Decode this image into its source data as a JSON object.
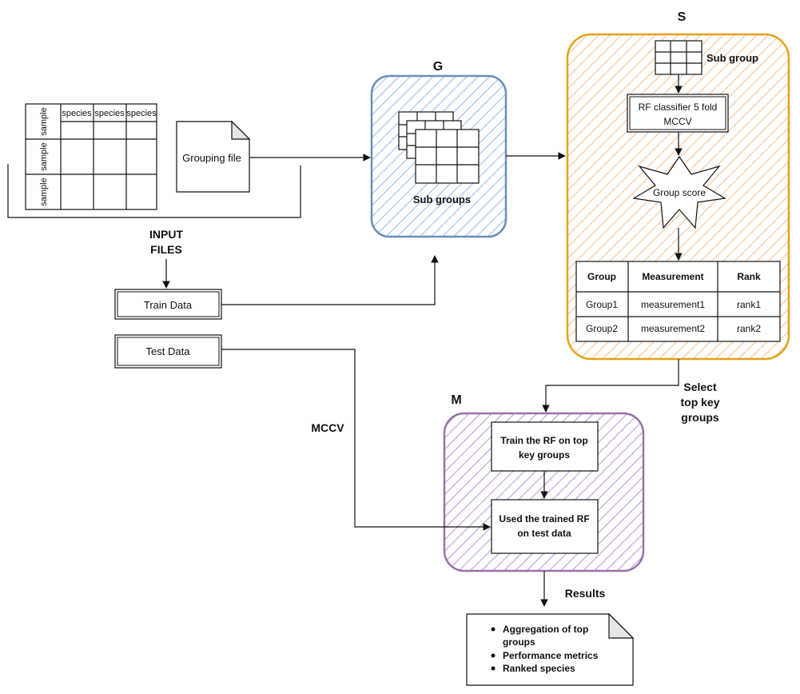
{
  "input": {
    "header": [
      "species",
      "species",
      "species"
    ],
    "row_labels": [
      "sample",
      "sample",
      "sample"
    ],
    "grouping_file": "Grouping file",
    "title_line1": "INPUT",
    "title_line2": "FILES",
    "train": "Train Data",
    "test": "Test Data"
  },
  "g": {
    "letter": "G",
    "label": "Sub groups",
    "color": "#6c8ebf"
  },
  "s": {
    "letter": "S",
    "subgroup_label": "Sub group",
    "rf_line1": "RF classifier 5 fold",
    "rf_line2": "MCCV",
    "score": "Group score",
    "table_header": [
      "Group",
      "Measurement",
      "Rank"
    ],
    "table_rows": [
      [
        "Group1",
        "measurement1",
        "rank1"
      ],
      [
        "Group2",
        "measurement2",
        "rank2"
      ]
    ],
    "select_line1": "Select",
    "select_line2": "top key",
    "select_line3": "groups",
    "color": "#e3a21a"
  },
  "m": {
    "letter": "M",
    "train_line1": "Train the RF on top",
    "train_line2": "key groups",
    "used_line1": "Used the trained RF",
    "used_line2": "on test data",
    "color": "#9673a6"
  },
  "mccv": "MCCV",
  "results": {
    "title": "Results",
    "items": [
      "Aggregation of top",
      "groups",
      "Performance metrics",
      "Ranked species"
    ]
  }
}
